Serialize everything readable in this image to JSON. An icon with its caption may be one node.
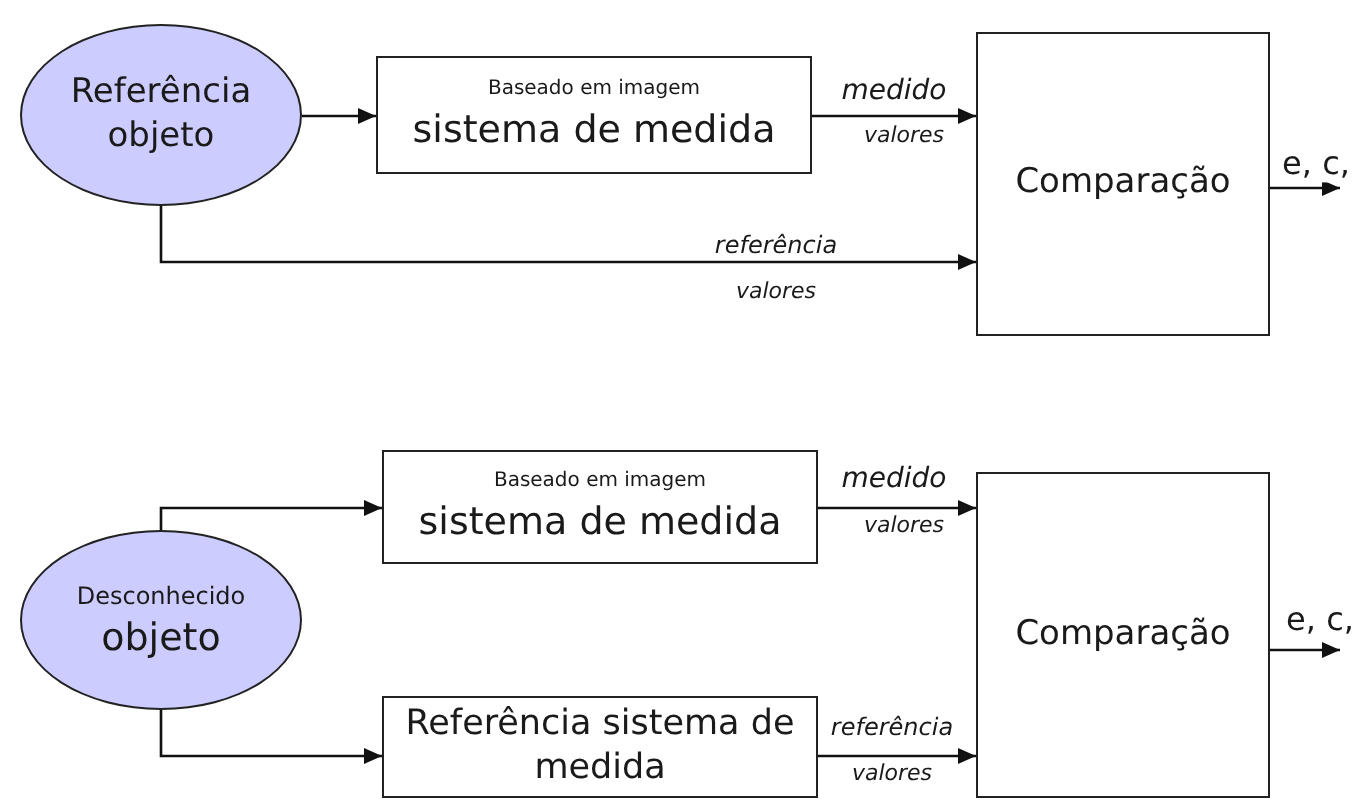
{
  "diagram": {
    "nodes": [
      {
        "text": [
          "Referência objeto"
        ]
      },
      {
        "text": [
          "Baseado em imagem",
          "sistema de medida"
        ]
      },
      {
        "text": [
          "Comparação"
        ]
      },
      {
        "text": [
          "Desconhecido",
          "objeto"
        ]
      },
      {
        "text": [
          "Baseado em imagem",
          "sistema de medida"
        ]
      },
      {
        "text": [
          "Comparação"
        ]
      },
      {
        "text": [
          "Referência sistema de medida"
        ]
      }
    ],
    "edges": [
      {
        "from": 0,
        "to": 1,
        "arrow": "to"
      },
      {
        "from": 1,
        "to": 2,
        "arrow": "to",
        "label": "medido"
      },
      {
        "from": 0,
        "to": 2,
        "arrow": "to",
        "label": "referência"
      },
      {
        "from": 2,
        "to": null,
        "arrow": "to",
        "label": "e, c,"
      },
      {
        "from": 3,
        "to": 4,
        "arrow": "to"
      },
      {
        "from": 3,
        "to": 6,
        "arrow": "to"
      },
      {
        "from": 4,
        "to": 5,
        "arrow": "to",
        "label": "medido"
      },
      {
        "from": 6,
        "to": 5,
        "arrow": "to",
        "label": "referência"
      },
      {
        "from": 5,
        "to": null,
        "arrow": "to",
        "label": "e, c,"
      }
    ],
    "labels": [
      "valores",
      "valores",
      "valores",
      "valores"
    ]
  }
}
